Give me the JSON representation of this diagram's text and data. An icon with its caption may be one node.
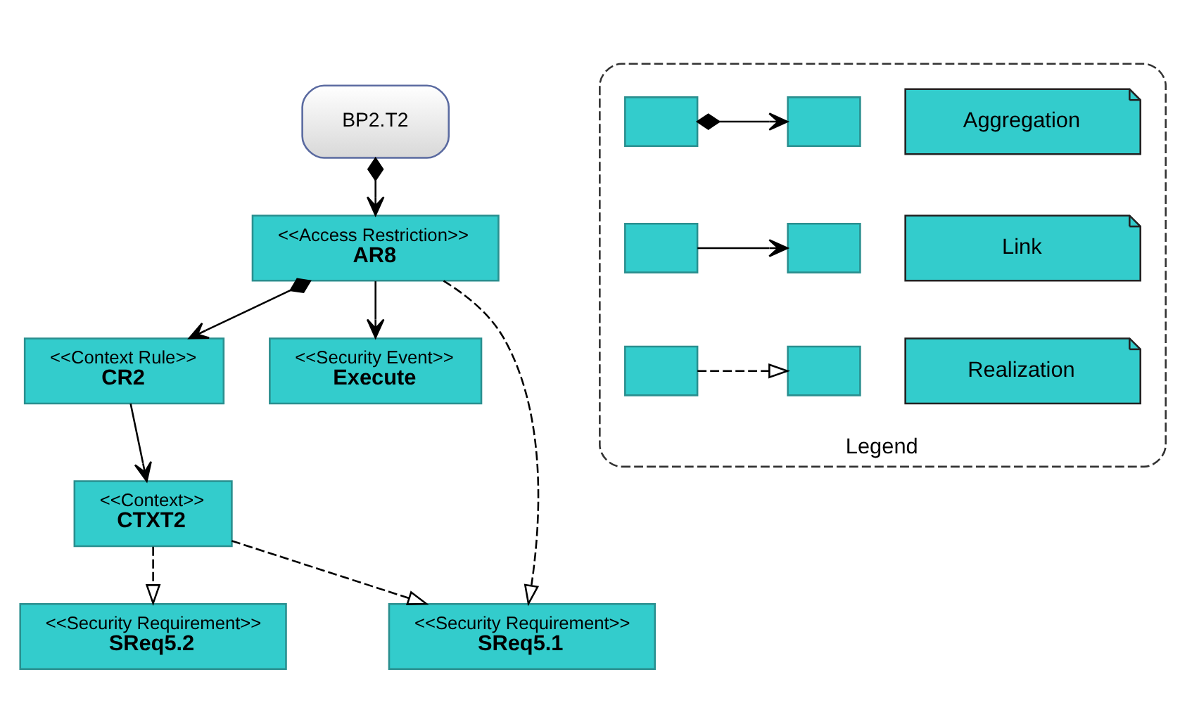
{
  "diagram": {
    "nodes": [
      {
        "text": [
          "BP2.T2"
        ]
      },
      {
        "text": [
          "<<Access Restriction>>",
          "AR8"
        ]
      },
      {
        "text": [
          "<<Context Rule>>",
          "CR2"
        ]
      },
      {
        "text": [
          "<<Security Event>>",
          "Execute"
        ]
      },
      {
        "text": [
          "<<Context>>",
          "CTXT2"
        ]
      },
      {
        "text": [
          "<<Security Requirement>>",
          "SReq5.1"
        ]
      },
      {
        "text": [
          "<<Security Requirement>>",
          "SReq5.2"
        ]
      },
      {
        "text": [
          "Legend"
        ]
      },
      {
        "text": [],
        "shape": "box",
        "in": 7
      },
      {
        "text": [],
        "shape": "box",
        "in": 7
      },
      {
        "text": [
          "Aggregation"
        ],
        "in": 7
      },
      {
        "text": [],
        "shape": "box",
        "in": 7
      },
      {
        "text": [],
        "shape": "box",
        "in": 7
      },
      {
        "text": [
          "Link"
        ],
        "in": 7
      },
      {
        "text": [],
        "shape": "box",
        "in": 7
      },
      {
        "text": [],
        "shape": "box",
        "in": 7
      },
      {
        "text": [
          "Realization"
        ],
        "in": 7
      }
    ],
    "edges": [
      {
        "from": 0,
        "to": 1,
        "arrow": "to"
      },
      {
        "from": 1,
        "to": 2,
        "arrow": "to"
      },
      {
        "from": 1,
        "to": 3,
        "arrow": "to"
      },
      {
        "from": 1,
        "to": 5,
        "arrow": "to",
        "style": "dashed"
      },
      {
        "from": 2,
        "to": 4,
        "arrow": "to"
      },
      {
        "from": 4,
        "to": 5,
        "arrow": "to",
        "style": "dashed"
      },
      {
        "from": 4,
        "to": 6,
        "arrow": "to",
        "style": "dashed"
      },
      {
        "from": 8,
        "to": 9,
        "arrow": "to"
      },
      {
        "from": 11,
        "to": 12,
        "arrow": "to"
      },
      {
        "from": 14,
        "to": 15,
        "arrow": "to",
        "style": "dashed"
      }
    ]
  }
}
